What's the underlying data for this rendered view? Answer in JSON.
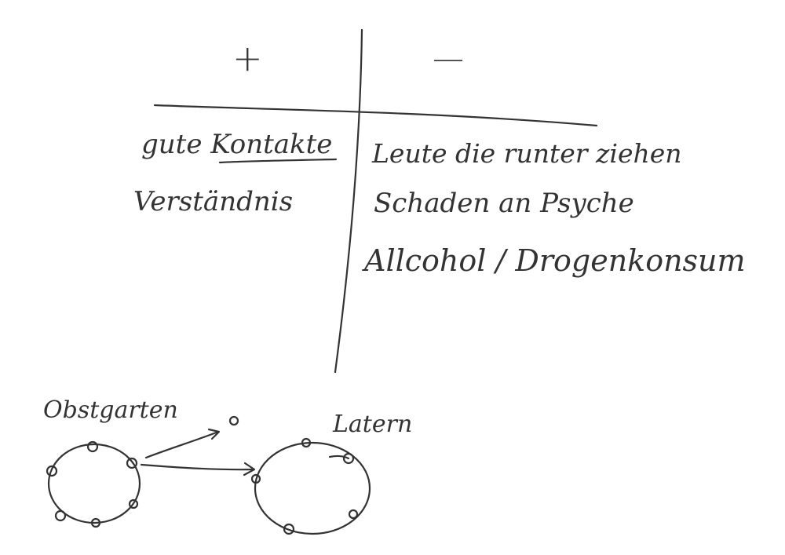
{
  "table": {
    "plus_header": "+",
    "minus_header": "—",
    "plus_items": [
      "gute Kontakte",
      "Verständnis"
    ],
    "minus_items": [
      "Leute die runter ziehen",
      "Schaden an Psyche",
      "Allcohol / Drogenkonsum"
    ]
  },
  "diagram": {
    "left_label": "Obstgarten",
    "right_label": "Latern"
  },
  "colors": {
    "ink": "#333333",
    "paper": "#ffffff"
  }
}
